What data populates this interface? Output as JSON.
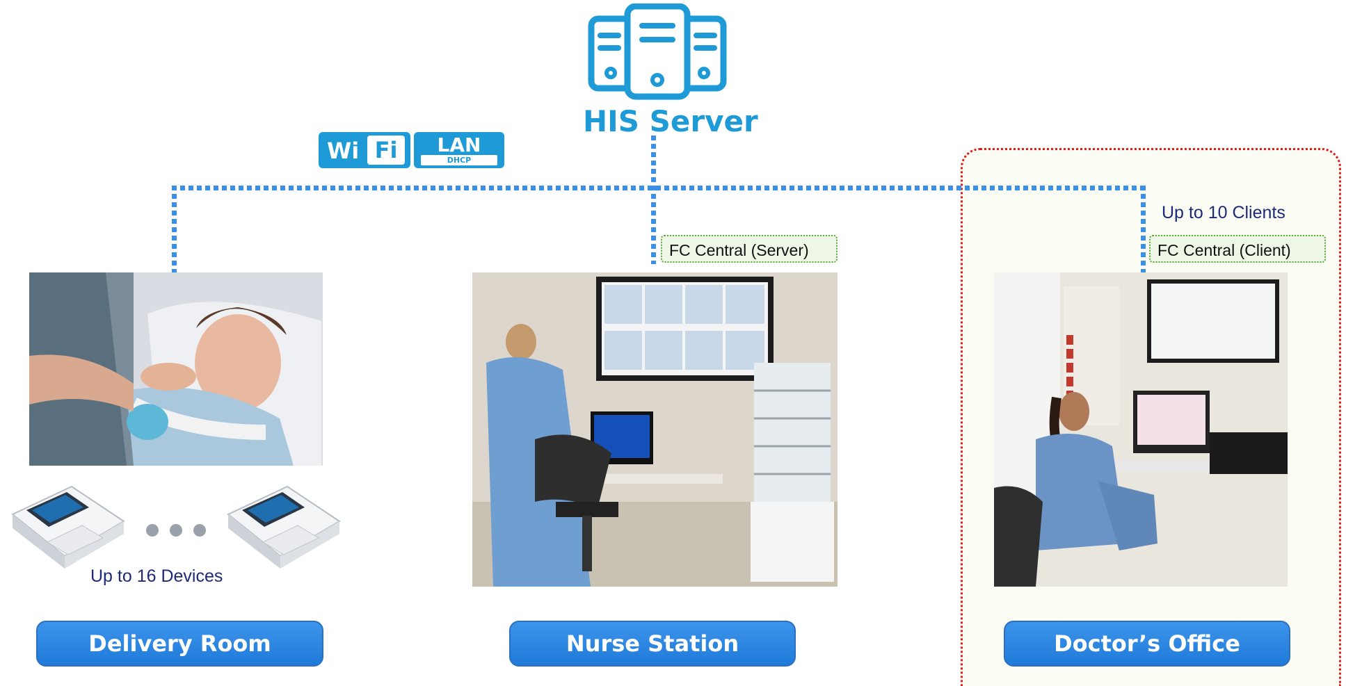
{
  "server": {
    "label": "HIS Server",
    "icon": "server-rack-icon"
  },
  "network": {
    "wifi_left": "Wi",
    "wifi_right": "Fi",
    "lan": "LAN",
    "dhcp": "DHCP"
  },
  "rooms": {
    "delivery": {
      "title": "Delivery Room",
      "devices_text": "Up to 16 Devices"
    },
    "nurse": {
      "title": "Nurse Station",
      "tag": "FC Central (Server)"
    },
    "doctor": {
      "title": "Doctor’s Office",
      "tag": "FC Central (Client)",
      "clients_text": "Up to 10 Clients"
    }
  },
  "colors": {
    "accent": "#1e9ad6",
    "connector": "#3a8fe6",
    "button": "#2b84e0",
    "highlight_border": "#e21a1a",
    "tag_border": "#5aa83a",
    "navy_text": "#1c2a78"
  }
}
